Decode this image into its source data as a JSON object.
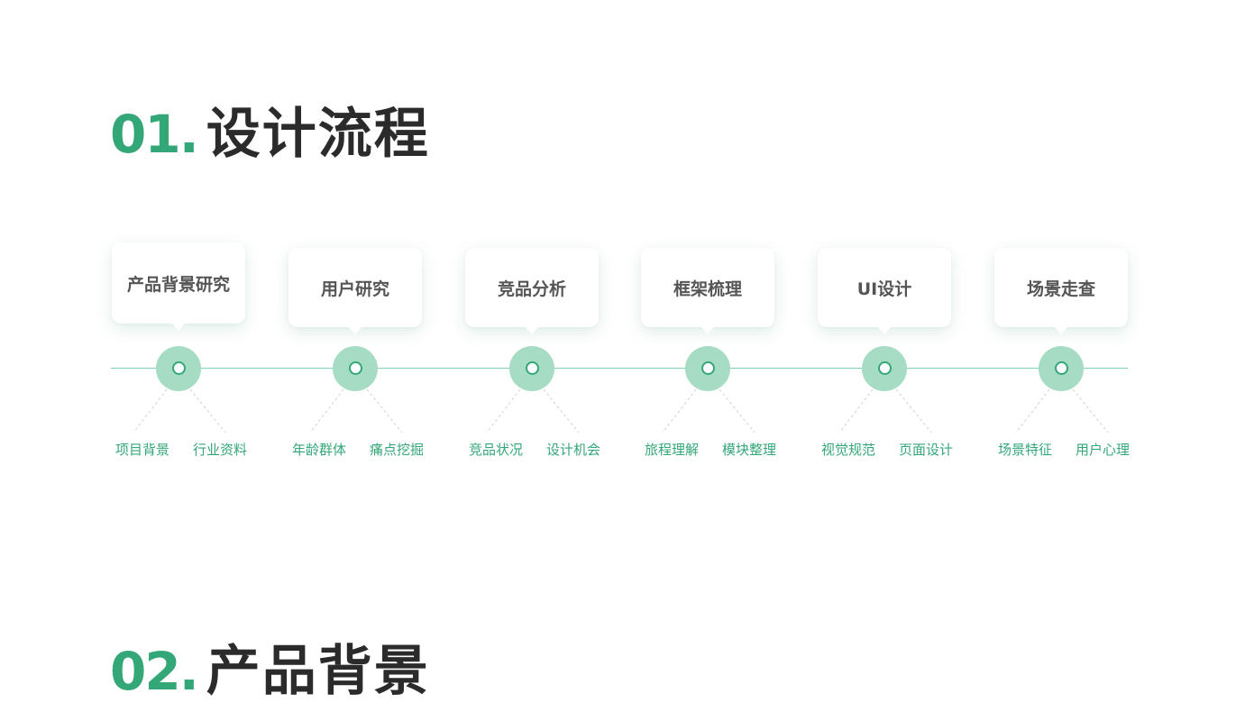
{
  "sections": [
    {
      "number": "01.",
      "title": "设计流程"
    },
    {
      "number": "02.",
      "title": "产品背景"
    }
  ],
  "colors": {
    "accent": "#34a779",
    "node_fill": "#a5dcc3",
    "line": "#7fd0ae",
    "title_text": "#2b2b2b",
    "card_text": "#555555"
  },
  "flow": {
    "steps": [
      {
        "label": "产品背景研究",
        "subs": [
          "项目背景",
          "行业资料"
        ]
      },
      {
        "label": "用户研究",
        "subs": [
          "年龄群体",
          "痛点挖掘"
        ]
      },
      {
        "label": "竞品分析",
        "subs": [
          "竞品状况",
          "设计机会"
        ]
      },
      {
        "label": "框架梳理",
        "subs": [
          "旅程理解",
          "模块整理"
        ]
      },
      {
        "label": "UI设计",
        "subs": [
          "视觉规范",
          "页面设计"
        ]
      },
      {
        "label": "场景走查",
        "subs": [
          "场景特征",
          "用户心理"
        ]
      }
    ]
  }
}
